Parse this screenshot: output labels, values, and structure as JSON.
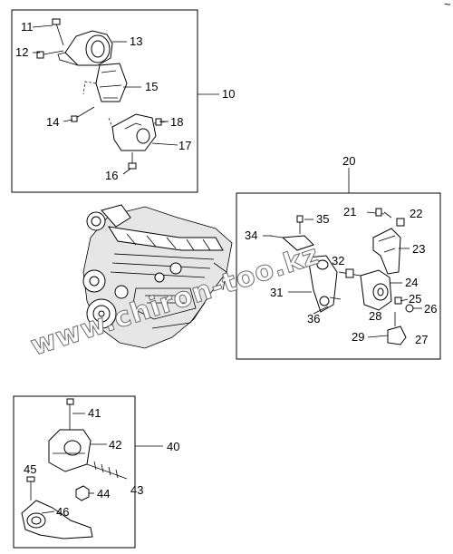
{
  "page_marks": {
    "corner": "~"
  },
  "groups": [
    {
      "id": "g10",
      "label": "10"
    },
    {
      "id": "g20",
      "label": "20"
    },
    {
      "id": "g40",
      "label": "40"
    }
  ],
  "callouts": {
    "c11": "11",
    "c12": "12",
    "c13": "13",
    "c14": "14",
    "c15": "15",
    "c16": "16",
    "c17": "17",
    "c18": "18",
    "c21": "21",
    "c22": "22",
    "c23": "23",
    "c24": "24",
    "c25": "25",
    "c26": "26",
    "c27": "27",
    "c28": "28",
    "c29": "29",
    "c31": "31",
    "c32": "32",
    "c34": "34",
    "c35": "35",
    "c36": "36",
    "c41": "41",
    "c42": "42",
    "c43": "43",
    "c44": "44",
    "c45": "45",
    "c46": "46"
  },
  "watermark": {
    "text": "www.chiron-too.kz"
  }
}
